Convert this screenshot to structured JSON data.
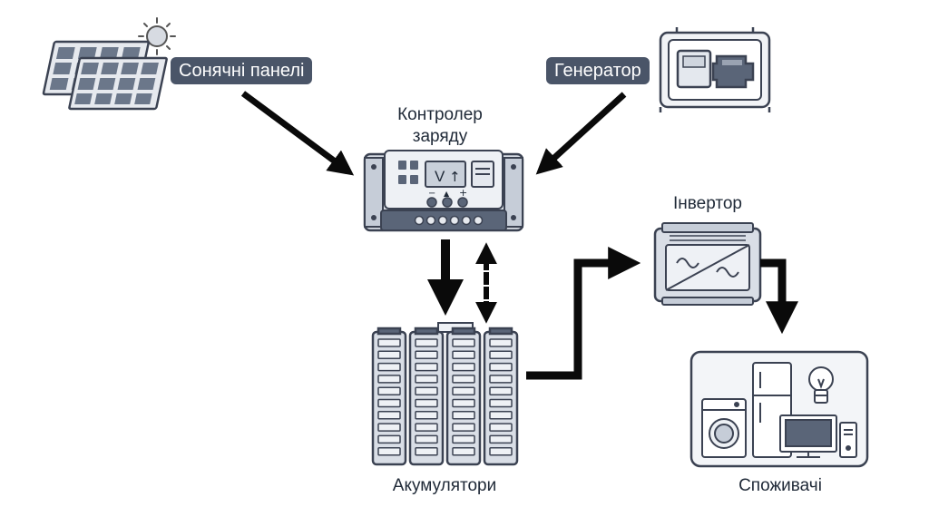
{
  "labels": {
    "solar_panels": "Сонячні панелі",
    "generator": "Генератор",
    "charge_controller_line1": "Контролер",
    "charge_controller_line2": "заряду",
    "inverter": "Інвертор",
    "batteries": "Акумулятори",
    "consumers": "Споживачі"
  },
  "controller_display": {
    "left_glyph": "V",
    "right_glyph": "↑",
    "button_minus": "−",
    "button_up": "▲",
    "button_plus": "+"
  },
  "colors": {
    "pill_bg": "#4a5568",
    "device_fill": "#e7ebf1",
    "device_dark": "#5a6578",
    "outline": "#3b4252",
    "arrow": "#0a0a0a"
  },
  "icons": [
    "sun-icon",
    "solar-panel-icon",
    "generator-icon",
    "charge-controller-icon",
    "battery-bank-icon",
    "inverter-icon",
    "washing-machine-icon",
    "refrigerator-icon",
    "light-bulb-icon",
    "monitor-icon",
    "pc-tower-icon"
  ]
}
